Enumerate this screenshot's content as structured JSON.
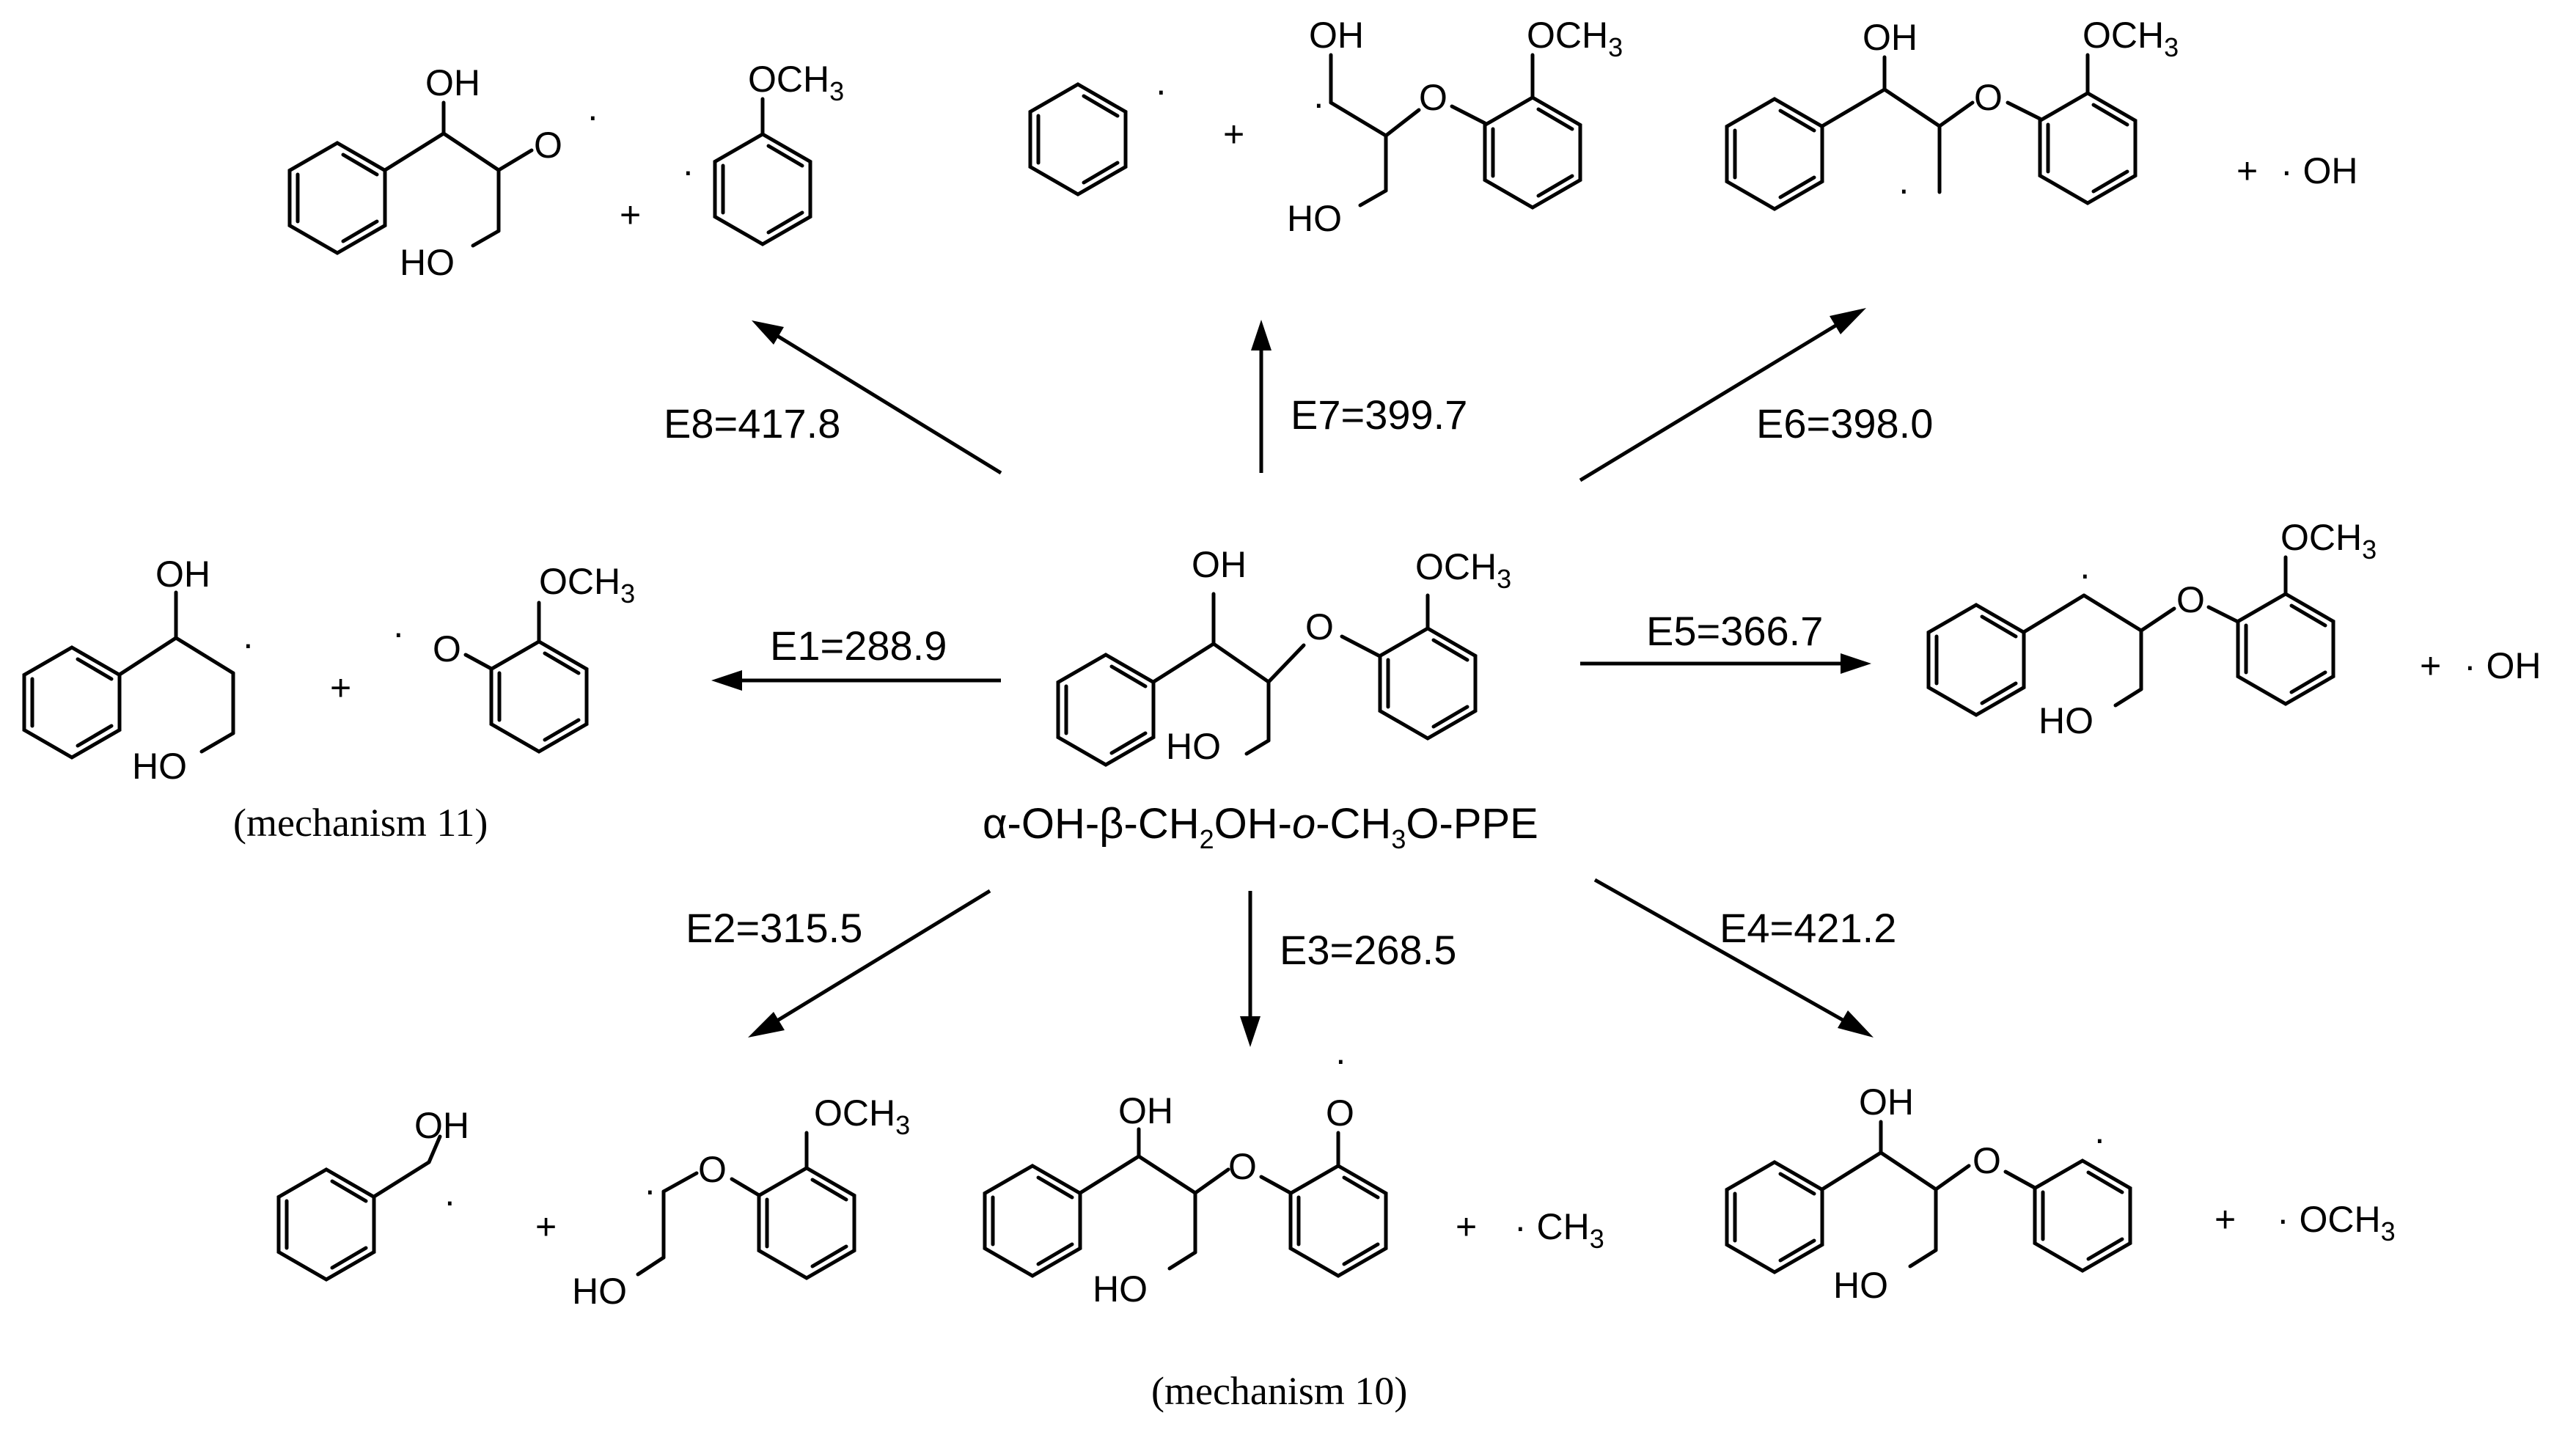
{
  "reactant": {
    "name_parts": [
      "α-OH-β-CH",
      "2",
      "OH-",
      "o",
      "-CH",
      "3",
      "O-PPE"
    ],
    "labels": {
      "oh": "OH",
      "ho": "HO",
      "o": "O",
      "och3": "OCH",
      "sub3": "3"
    }
  },
  "common": {
    "oh": "OH",
    "ho": "HO",
    "o": "O",
    "och": "OCH",
    "ch": "CH",
    "three": "3",
    "plus": "+",
    "dot": "·",
    "dot_oh": "· OH",
    "dot_ch": "· CH",
    "dot_och": "· OCH"
  },
  "pathways": [
    {
      "id": "E1",
      "label": "E1=288.9",
      "caption": "(mechanism 11)"
    },
    {
      "id": "E2",
      "label": "E2=315.5"
    },
    {
      "id": "E3",
      "label": "E3=268.5",
      "caption": "(mechanism 10)"
    },
    {
      "id": "E4",
      "label": "E4=421.2"
    },
    {
      "id": "E5",
      "label": "E5=366.7"
    },
    {
      "id": "E6",
      "label": "E6=398.0"
    },
    {
      "id": "E7",
      "label": "E7=399.7"
    },
    {
      "id": "E8",
      "label": "E8=417.8"
    }
  ]
}
